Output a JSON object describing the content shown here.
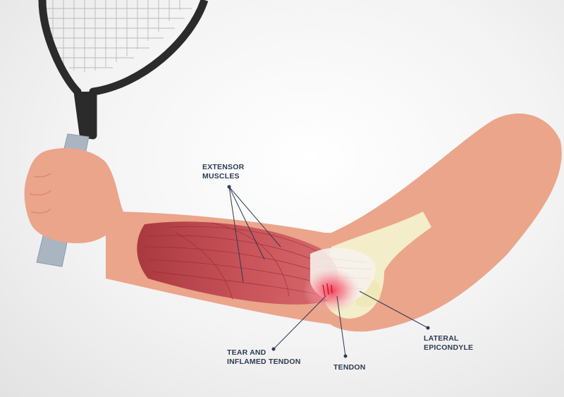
{
  "labels": {
    "extensor_muscles": [
      "EXTENSOR",
      "MUSCLES"
    ],
    "tear_inflamed_tendon": [
      "TEAR AND",
      "INFLAMED TENDON"
    ],
    "tendon": "TENDON",
    "lateral_epicondyle": [
      "LATERAL",
      "EPICONDYLE"
    ]
  },
  "colors": {
    "skin": "#eba58a",
    "skin_shadow": "#d98c70",
    "muscle": "#c9545a",
    "muscle_dark": "#a8373f",
    "bone": "#f4f0cc",
    "tendon": "#f6f1ec",
    "inflammation": "#f25a6a",
    "racket_frame": "#2b2b2b",
    "racket_grip": "#a9b6c2",
    "label_text": "#2e3a52"
  }
}
